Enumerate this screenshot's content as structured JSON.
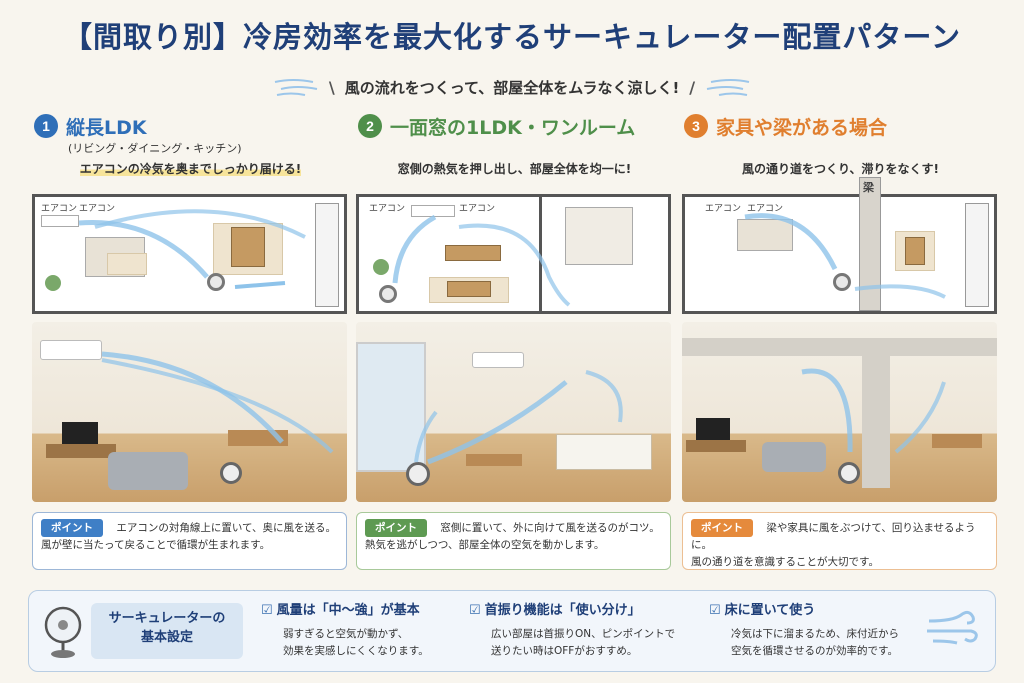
{
  "title": "【間取り別】冷房効率を最大化するサーキュレーター配置パターン",
  "subtitle": "風の流れをつくって、部屋全体をムラなく涼しく!",
  "subtitle_slash_left": "\\",
  "subtitle_slash_right": "/",
  "colors": {
    "title": "#1f3f78",
    "col1_accent": "#2f6fb8",
    "col2_accent": "#4f8f4a",
    "col3_accent": "#e07f2f",
    "arrow": "#8ec3ea"
  },
  "columns": [
    {
      "number": "1",
      "title": "縦長LDK",
      "sub": "(リビング・ダイニング・キッチン)",
      "tagline": "エアコンの冷気を奥までしっかり届ける!",
      "plan_labels": [
        "エアコン",
        "エアコン"
      ],
      "badge": "ポイント",
      "point_line1": "エアコンの対角線上に置いて、奥に風を送る。",
      "point_line2": "風が壁に当たって戻ることで循環が生まれます。"
    },
    {
      "number": "2",
      "title": "一面窓の1LDK・ワンルーム",
      "sub": "",
      "tagline": "窓側の熱気を押し出し、部屋全体を均一に!",
      "plan_labels": [
        "エアコン",
        "エアコン"
      ],
      "badge": "ポイント",
      "point_line1": "窓側に置いて、外に向けて風を送るのがコツ。",
      "point_line2": "熱気を逃がしつつ、部屋全体の空気を動かします。"
    },
    {
      "number": "3",
      "title": "家具や梁がある場合",
      "sub": "",
      "tagline": "風の通り道をつくり、滞りをなくす!",
      "plan_labels": [
        "エアコン",
        "エアコン"
      ],
      "beam_label": "梁",
      "badge": "ポイント",
      "point_line1": "梁や家具に風をぶつけて、回り込ませるように。",
      "point_line2": "風の通り道を意識することが大切です。"
    }
  ],
  "bottom": {
    "basic_title_line1": "サーキュレーターの",
    "basic_title_line2": "基本設定",
    "check_mark": "☑",
    "tips": [
      {
        "title": "風量は「中〜強」が基本",
        "line1": "弱すぎると空気が動かず、",
        "line2": "効果を実感しにくくなります。"
      },
      {
        "title": "首振り機能は「使い分け」",
        "line1": "広い部屋は首振りON、ピンポイントで",
        "line2": "送りたい時はOFFがおすすめ。"
      },
      {
        "title": "床に置いて使う",
        "line1": "冷気は下に溜まるため、床付近から",
        "line2": "空気を循環させるのが効率的です。"
      }
    ]
  }
}
